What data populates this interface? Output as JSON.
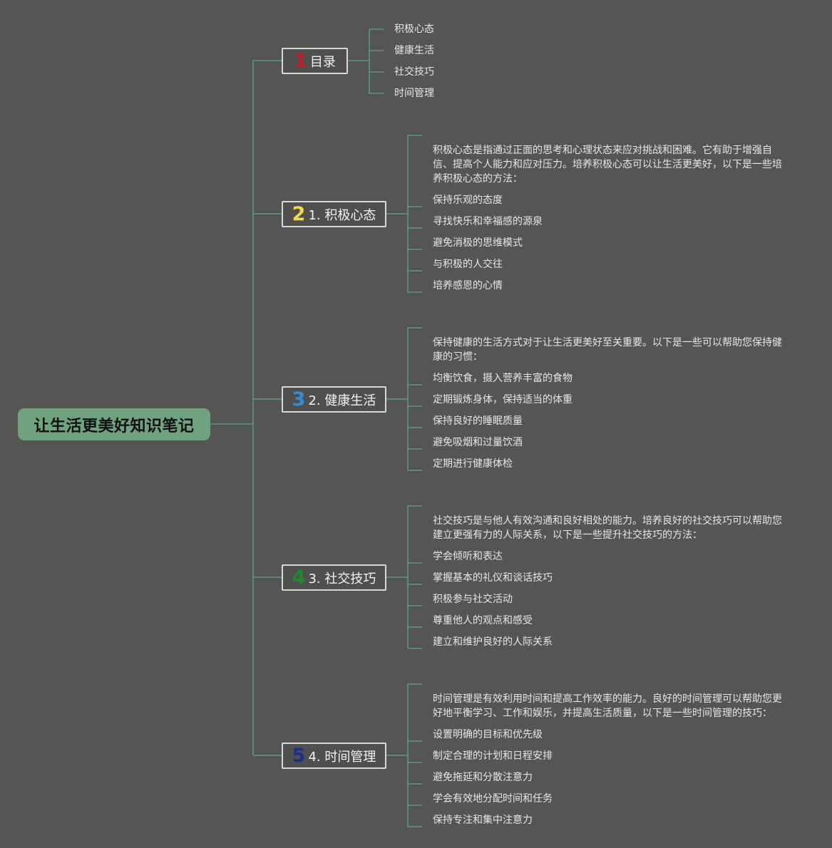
{
  "root": {
    "title": "让生活更美好知识笔记"
  },
  "colors": {
    "background": "#555654",
    "line": "#5aa38f",
    "root_fill": "#6fa27e"
  },
  "toc": {
    "number": "1",
    "number_color": "#c8192b",
    "label": "目录",
    "items": [
      "积极心态",
      "健康生活",
      "社交技巧",
      "时间管理"
    ]
  },
  "sections": [
    {
      "number": "2",
      "number_color": "#f3d94a",
      "label": "1. 积极心态",
      "intro": "积极心态是指通过正面的思考和心理状态来应对挑战和困难。它有助于增强自信、提高个人能力和应对压力。培养积极心态可以让生活更美好，以下是一些培养积极心态的方法：",
      "items": [
        "保持乐观的态度",
        "寻找快乐和幸福感的源泉",
        "避免消极的思维模式",
        "与积极的人交往",
        "培养感恩的心情"
      ]
    },
    {
      "number": "3",
      "number_color": "#2f8fd9",
      "label": "2. 健康生活",
      "intro": "保持健康的生活方式对于让生活更美好至关重要。以下是一些可以帮助您保持健康的习惯：",
      "items": [
        "均衡饮食，摄入营养丰富的食物",
        "定期锻炼身体，保持适当的体重",
        "保持良好的睡眠质量",
        "避免吸烟和过量饮酒",
        "定期进行健康体检"
      ]
    },
    {
      "number": "4",
      "number_color": "#1e8c2c",
      "label": "3. 社交技巧",
      "intro": "社交技巧是与他人有效沟通和良好相处的能力。培养良好的社交技巧可以帮助您建立更强有力的人际关系，以下是一些提升社交技巧的方法：",
      "items": [
        "学会倾听和表达",
        "掌握基本的礼仪和谈话技巧",
        "积极参与社交活动",
        "尊重他人的观点和感受",
        "建立和维护良好的人际关系"
      ]
    },
    {
      "number": "5",
      "number_color": "#1c2f8f",
      "label": "4. 时间管理",
      "intro": "时间管理是有效利用时间和提高工作效率的能力。良好的时间管理可以帮助您更好地平衡学习、工作和娱乐，并提高生活质量，以下是一些时间管理的技巧：",
      "items": [
        "设置明确的目标和优先级",
        "制定合理的计划和日程安排",
        "避免拖延和分散注意力",
        "学会有效地分配时间和任务",
        "保持专注和集中注意力"
      ]
    }
  ]
}
